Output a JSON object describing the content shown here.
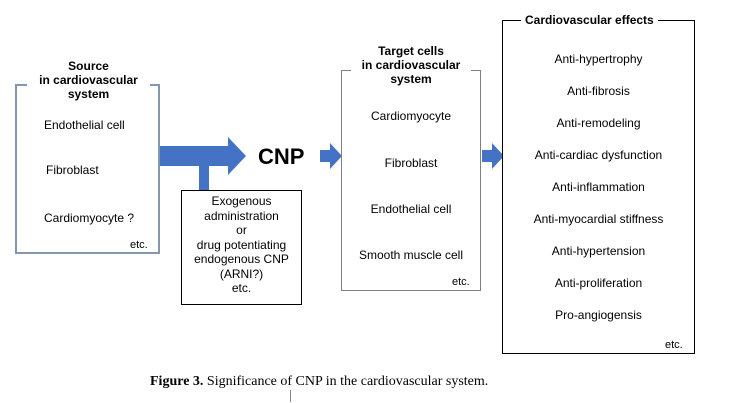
{
  "diagram": {
    "source_box": {
      "title_lines": [
        "Source",
        "in cardiovascular",
        "system"
      ],
      "items": [
        "Endothelial cell",
        "Fibroblast",
        "Cardiomyocyte ?"
      ],
      "etc": "etc."
    },
    "center_label": "CNP",
    "exogenous_box": {
      "lines": [
        "Exogenous",
        "administration",
        "or",
        "drug potentiating",
        "endogenous CNP",
        "(ARNI?)",
        "etc."
      ]
    },
    "target_box": {
      "title_lines": [
        "Target cells",
        "in cardiovascular",
        "system"
      ],
      "items": [
        "Cardiomyocyte",
        "Fibroblast",
        "Endothelial cell",
        "Smooth muscle cell"
      ],
      "etc": "etc."
    },
    "effects_box": {
      "title": "Cardiovascular effects",
      "items": [
        "Anti-hypertrophy",
        "Anti-fibrosis",
        "Anti-remodeling",
        "Anti-cardiac dysfunction",
        "Anti-inflammation",
        "Anti-myocardial stiffness",
        "Anti-hypertension",
        "Anti-proliferation",
        "Pro-angiogensis"
      ],
      "etc": "etc."
    },
    "colors": {
      "arrow": "#4472c4",
      "source_border": "#8497b0",
      "target_border": "#7f7f7f",
      "effects_border": "#000000"
    }
  },
  "caption": {
    "label": "Figure 3.",
    "text": " Significance of CNP in the cardiovascular system."
  }
}
